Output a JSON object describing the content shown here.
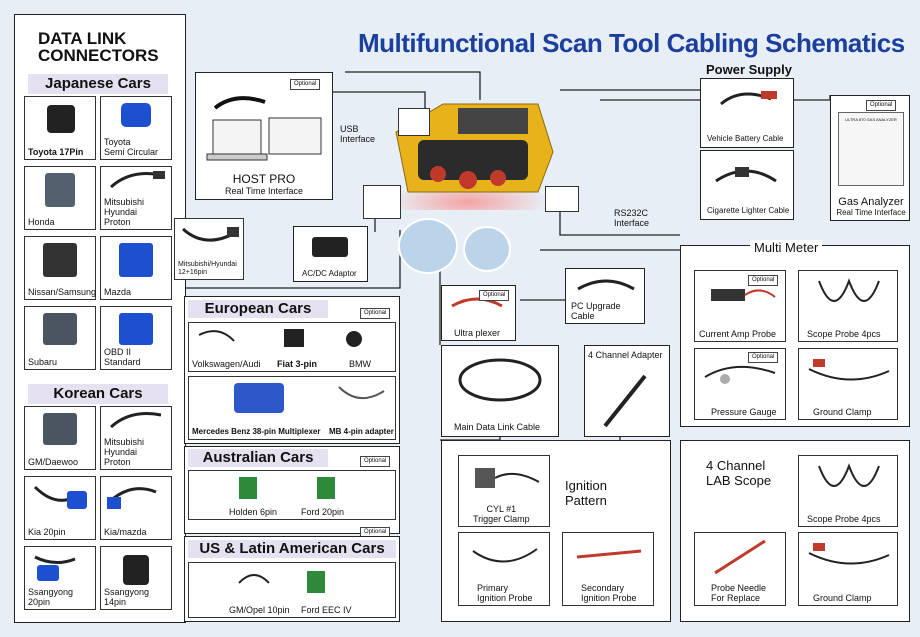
{
  "title": "Multifunctional Scan Tool Cabling Schematics",
  "power_supply": "Power Supply",
  "dlc": {
    "heading": "DATA LINK\nCONNECTORS",
    "japanese": {
      "header": "Japanese Cars",
      "items": [
        "Toyota 17Pin",
        "Toyota\nSemi Circular",
        "Honda",
        "Mitsubishi\nHyundai\nProton",
        "Nissan/Samsung",
        "Mazda",
        "Subaru",
        "OBD II Standard"
      ]
    },
    "korean": {
      "header": "Korean Cars",
      "items": [
        "GM/Daewoo",
        "Mitsubishi\nHyundai\nProton",
        "Kia 20pin",
        "Kia/mazda",
        "Ssangyong 20pin",
        "Ssangyong 14pin"
      ]
    },
    "mitsu_adapter": "Mitsubishi/Hyundai\n12+16pin"
  },
  "european": {
    "header": "European Cars",
    "optional": "Optional",
    "items": [
      "Volkswagen/Audi",
      "Fiat 3-pin",
      "BMW",
      "Mercedes Benz 38-pin Multiplexer",
      "MB 4-pin adapter"
    ]
  },
  "australian": {
    "header": "Australian Cars",
    "optional": "Optional",
    "items": [
      "Holden 6pin",
      "Ford 20pin"
    ]
  },
  "us": {
    "header": "US & Latin American Cars",
    "optional": "Optional",
    "items": [
      "GM/Opel 10pin",
      "Ford EEC IV"
    ]
  },
  "host": {
    "optional": "Optional",
    "label": "HOST PRO",
    "sub": "Real Time Interface"
  },
  "usb": "USB\nInterface",
  "rs232": "RS232C\nInterface",
  "acdc": "AC/DC Adaptor",
  "vehicle_battery": "Vehicle Battery Cable",
  "cig_lighter": "Cigarette Lighter Cable",
  "gas": {
    "optional": "Optional",
    "label": "Gas Analyzer",
    "sub": "Real Time Interface",
    "screen_title": "ULTRA 870 GAS ANALYZER"
  },
  "multimeter": {
    "header": "Multi Meter",
    "optional": "Optional",
    "items": [
      "Current Amp Probe",
      "Scope Probe 4pcs",
      "Pressure Gauge",
      "Ground Clamp"
    ]
  },
  "ultra_plexer": {
    "optional": "Optional",
    "label": "Ultra plexer"
  },
  "pc_upgrade": "PC Upgrade Cable",
  "channel_adapter": "4 Channel Adapter",
  "main_cable": "Main Data Link Cable",
  "ignition": {
    "header": "Ignition\nPattern",
    "items": [
      "CYL #1\nTrigger Clamp",
      "Primary\nIgnition Probe",
      "Secondary\nIgnition Probe"
    ]
  },
  "lab": {
    "header": "4 Channel\nLAB Scope",
    "items": [
      "Scope Probe 4pcs",
      "Probe Needle\nFor Replace",
      "Ground Clamp"
    ]
  },
  "colors": {
    "title": "#1a3f9e",
    "header_bg": "#e6e1f0",
    "scanner": "#e8b21a"
  }
}
